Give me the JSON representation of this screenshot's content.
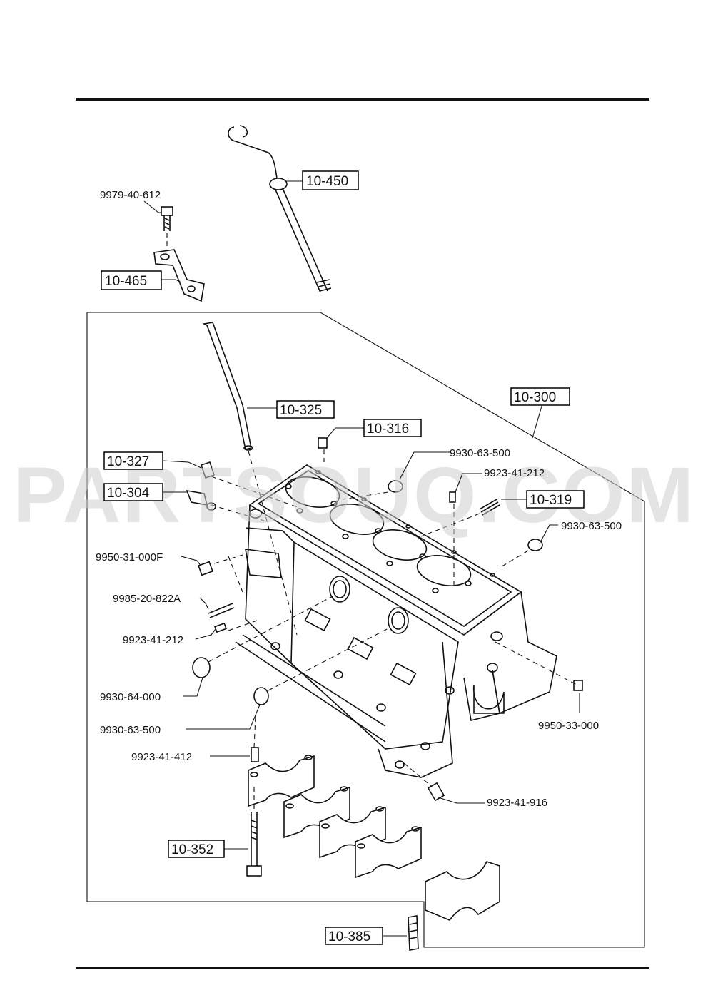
{
  "watermark": "PARTSOUQ.COM",
  "callouts": {
    "c_10_450": "10-450",
    "c_10_465": "10-465",
    "c_10_325": "10-325",
    "c_10_300": "10-300",
    "c_10_316": "10-316",
    "c_10_327": "10-327",
    "c_10_304": "10-304",
    "c_10_319": "10-319",
    "c_10_352": "10-352",
    "c_10_385": "10-385"
  },
  "part_numbers": {
    "p_9979_40_612": "9979-40-612",
    "p_9930_63_500_a": "9930-63-500",
    "p_9923_41_212_a": "9923-41-212",
    "p_9930_63_500_b": "9930-63-500",
    "p_9950_31_000f": "9950-31-000F",
    "p_9985_20_822a": "9985-20-822A",
    "p_9923_41_212_b": "9923-41-212",
    "p_9930_64_000": "9930-64-000",
    "p_9930_63_500_c": "9930-63-500",
    "p_9950_33_000": "9950-33-000",
    "p_9923_41_412": "9923-41-412",
    "p_9923_41_916": "9923-41-916"
  }
}
